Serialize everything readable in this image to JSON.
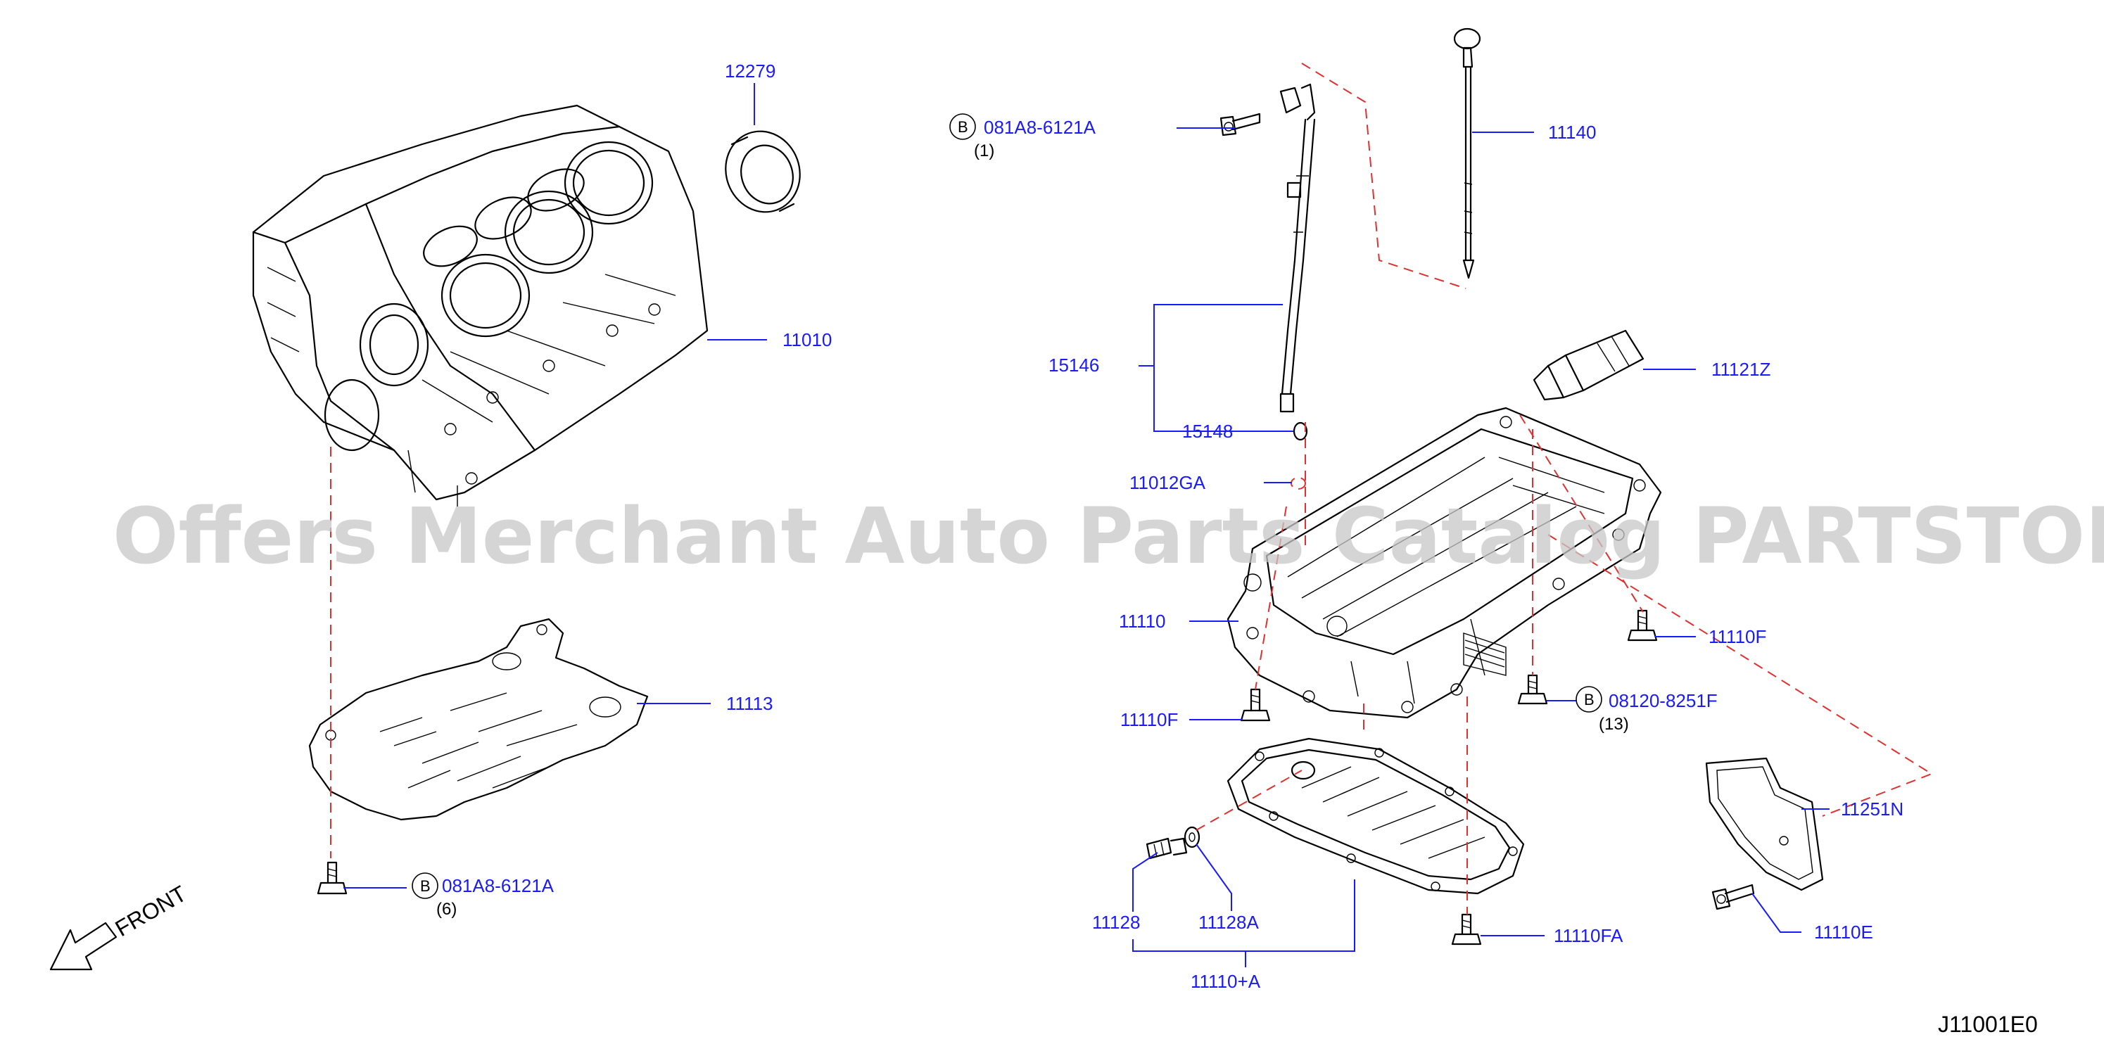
{
  "diagram_code": "J11001E0",
  "front_label": "FRONT",
  "watermark": "Offers Merchant Auto Parts Catalog PARTSTORE.SA",
  "bolt_badge": "B",
  "parts": {
    "p12279": "12279",
    "p11010": "11010",
    "p11113": "11113",
    "p081A8_bottom": "081A8-6121A",
    "p081A8_top": "081A8-6121A",
    "p11140": "11140",
    "p15146": "15146",
    "p15148": "15148",
    "p11121Z": "11121Z",
    "p11012GA": "11012GA",
    "p11110": "11110",
    "p11110F_left": "11110F",
    "p11110F_right": "11110F",
    "p08120": "08120-8251F",
    "p11251N": "11251N",
    "p11110E": "11110E",
    "p11128": "11128",
    "p11128A": "11128A",
    "p11110A": "11110+A",
    "p11110FA": "11110FA"
  },
  "quantities": {
    "q081A8_bottom": "(6)",
    "q081A8_top": "(1)",
    "q08120": "(13)"
  }
}
